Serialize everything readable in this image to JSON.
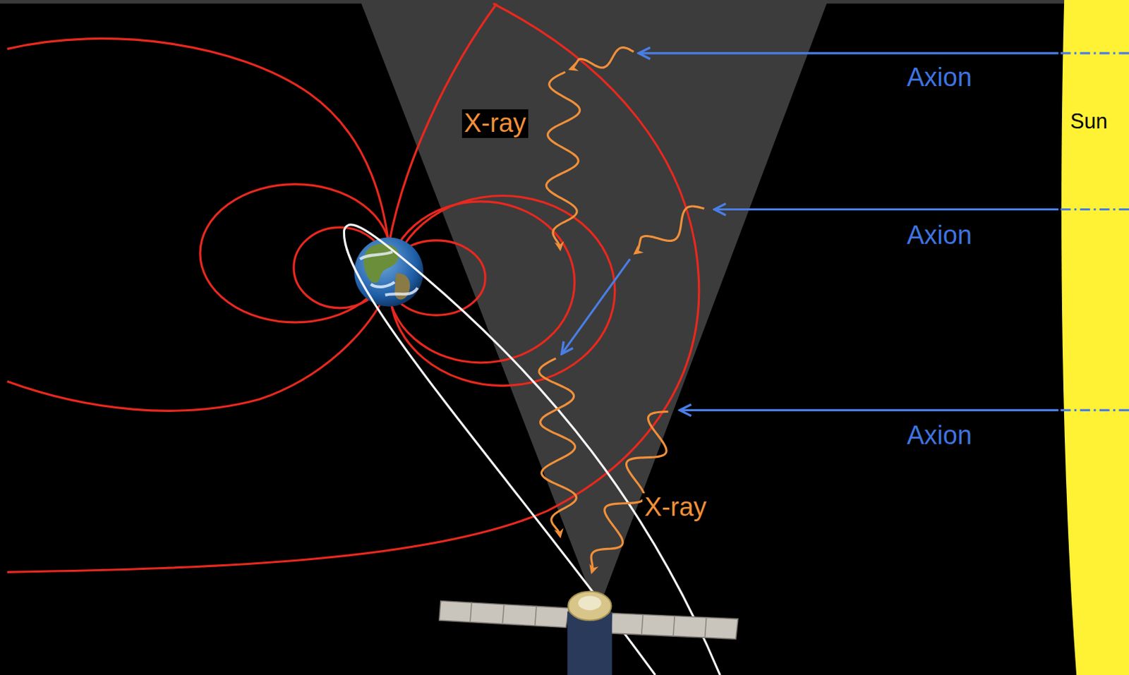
{
  "diagram": {
    "nodes": [
      {
        "text": [
          "Sun"
        ]
      }
    ],
    "labels": [
      "Axion",
      "Axion",
      "Axion",
      "X-ray",
      "X-ray"
    ]
  }
}
